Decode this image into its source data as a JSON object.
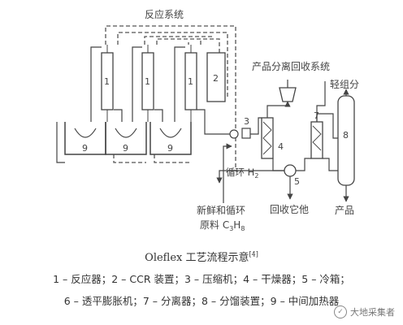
{
  "diagram": {
    "title_reaction": "反应系统",
    "title_recovery": "产品分离回收系统",
    "light_components": "轻组分",
    "recycle_h2_prefix": "循环 H",
    "recycle_h2_sub": "2",
    "recovery_other": "回收它他",
    "fresh_feed_line1": "新鲜和循环",
    "fresh_feed_line2_prefix": "原料 C",
    "fresh_feed_sub3": "3",
    "fresh_feed_mid": "H",
    "fresh_feed_sub8": "8",
    "product": "产品",
    "unit_numbers": {
      "reactor_a": "1",
      "reactor_b": "1",
      "reactor_c": "1",
      "ccr": "2",
      "compressor": "3",
      "dryer": "4",
      "cold_box": "5",
      "separator": "7",
      "fractionator": "8",
      "heater_a": "9",
      "heater_b": "9",
      "heater_c": "9"
    }
  },
  "caption": {
    "title": "Oleflex 工艺流程示意",
    "ref": "[4]"
  },
  "legend": {
    "line1": "1 – 反应器；2 – CCR 装置；3 – 压缩机；4 – 干燥器；5 – 冷箱；",
    "line2": "6 – 透平膨胀机；7 – 分离器；8 – 分馏装置；9 – 中间加热器"
  },
  "watermark": {
    "text": "大地采集者"
  }
}
